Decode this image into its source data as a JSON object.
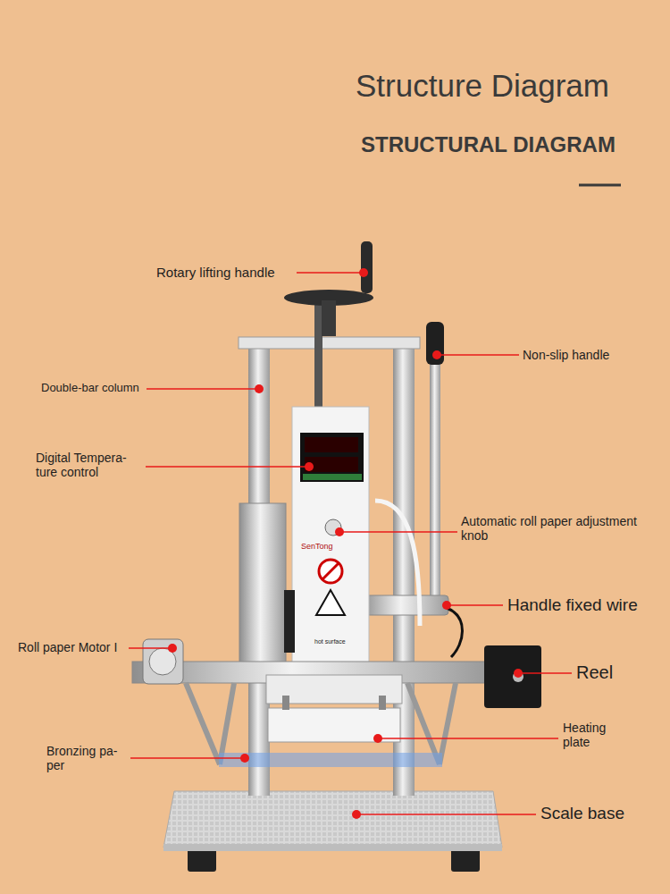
{
  "diagram": {
    "title": "Structure Diagram",
    "labels": [
      "Rotary lifting handle",
      "Non-slip handle",
      "Double-bar column",
      "Digital Tempera- ture control",
      "Automatic roll paper adjustment knob",
      "Handle fixed wire",
      "Roll paper Motor I",
      "Reel",
      "Heating plate",
      "Bronzing pa- per",
      "Scale base",
      "STRUCTURAL DIAGRAM",
      "SenTong",
      "hot surface"
    ]
  }
}
